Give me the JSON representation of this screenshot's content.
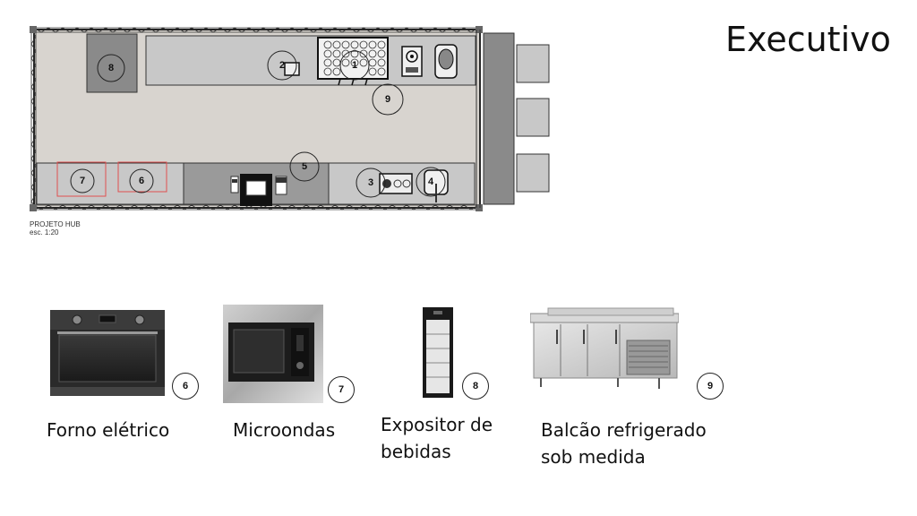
{
  "title": "Executivo",
  "plan": {
    "label_line1": "PROJETO HUB",
    "label_line2": "esc. 1:20",
    "markers": [
      "1",
      "2",
      "3",
      "4",
      "5",
      "6",
      "7",
      "8",
      "9"
    ]
  },
  "products": [
    {
      "number": "6",
      "caption": "Forno elétrico"
    },
    {
      "number": "7",
      "caption": "Microondas"
    },
    {
      "number": "8",
      "caption": "Expositor de bebidas"
    },
    {
      "number": "9",
      "caption": "Balcão refrigerado sob medida"
    }
  ]
}
